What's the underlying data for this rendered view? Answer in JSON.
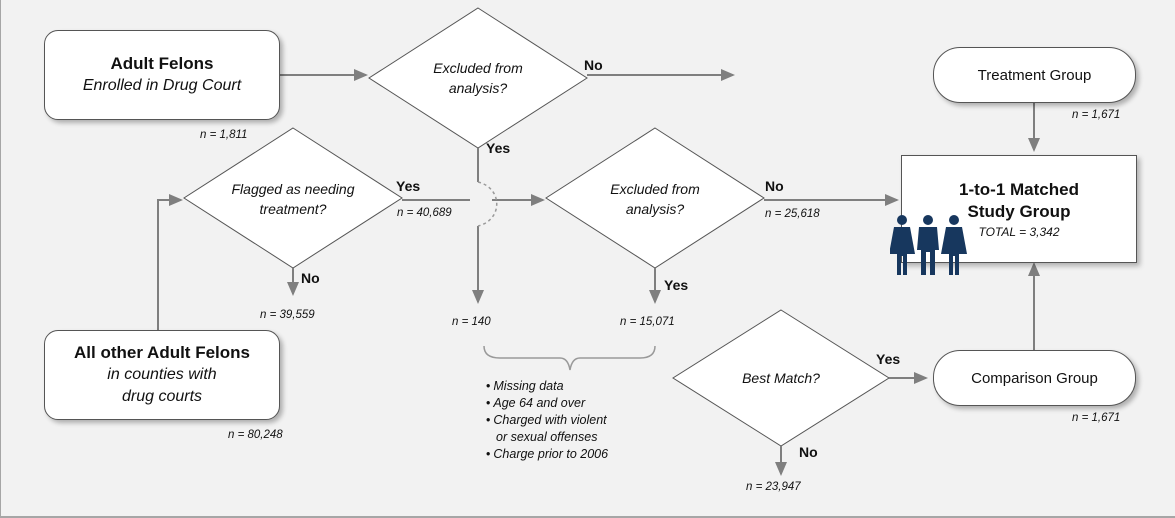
{
  "colors": {
    "background": "#f2f2f2",
    "node_fill": "#ffffff",
    "arrow": "#7f7f7f",
    "people_icon": "#17375e"
  },
  "nodes": {
    "drug_court": {
      "title": "Adult Felons",
      "subtitle": "Enrolled in Drug Court"
    },
    "other_felons": {
      "title": "All other Adult Felons",
      "subtitle_line1": "in counties with",
      "subtitle_line2": "drug courts"
    },
    "treatment_group": {
      "label": "Treatment Group"
    },
    "comparison_group": {
      "label": "Comparison Group"
    },
    "matched_group": {
      "title_line1": "1-to-1 Matched",
      "title_line2": "Study Group",
      "total": "TOTAL = 3,342"
    }
  },
  "decisions": {
    "excluded_top": {
      "line1": "Excluded from",
      "line2": "analysis?"
    },
    "flagged": {
      "line1": "Flagged as needing",
      "line2": "treatment?"
    },
    "excluded_mid": {
      "line1": "Excluded from",
      "line2": "analysis?"
    },
    "best_match": {
      "line1": "Best Match?"
    }
  },
  "edge_labels": {
    "no_excluded_top": "No",
    "yes_excluded_top": "Yes",
    "yes_flagged": "Yes",
    "no_flagged": "No",
    "no_excluded_mid": "No",
    "yes_excluded_mid": "Yes",
    "yes_best_match": "Yes",
    "no_best_match": "No"
  },
  "counts": {
    "drug_court": "n = 1,811",
    "treatment": "n = 1,671",
    "flagged_yes": "n = 40,689",
    "flagged_no": "n = 39,559",
    "excluded_mid_no": "n = 25,618",
    "excluded_top_yes": "n = 140",
    "excluded_mid_yes": "n = 15,071",
    "other_felons": "n = 80,248",
    "comparison": "n = 1,671",
    "best_match_no": "n = 23,947"
  },
  "exclusion_criteria": [
    "Missing data",
    "Age 64 and over",
    "Charged with violent",
    "or sexual offenses",
    "Charge prior to 2006"
  ],
  "icons": {
    "people": "people-group-icon"
  }
}
